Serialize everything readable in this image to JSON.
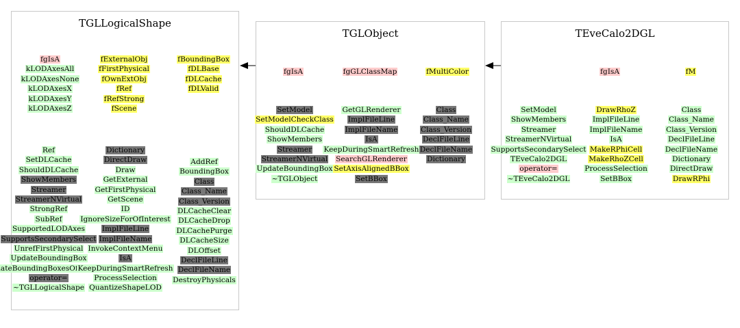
{
  "classes": {
    "tgllogicalshape": {
      "title": "TGLLogicalShape",
      "cols": [
        [
          [
            "fgIsA",
            "pink"
          ],
          [
            "kLODAxesAll",
            "grn"
          ],
          [
            "kLODAxesNone",
            "grn"
          ],
          [
            "kLODAxesX",
            "grn"
          ],
          [
            "kLODAxesY",
            "grn"
          ],
          [
            "kLODAxesZ",
            "grn"
          ]
        ],
        [
          [
            "fExternalObj",
            "yel"
          ],
          [
            "fFirstPhysical",
            "yel"
          ],
          [
            "fOwnExtObj",
            "yel"
          ],
          [
            "fRef",
            "yel"
          ],
          [
            "fRefStrong",
            "yel"
          ],
          [
            "fScene",
            "yel"
          ]
        ],
        [
          [
            "fBoundingBox",
            "yel"
          ],
          [
            "fDLBase",
            "yel"
          ],
          [
            "fDLCache",
            "yel"
          ],
          [
            "fDLValid",
            "yel"
          ]
        ],
        [
          [
            "Ref",
            "grn"
          ],
          [
            "SetDLCache",
            "grn"
          ],
          [
            "ShouldDLCache",
            "grn"
          ],
          [
            "ShowMembers",
            "gry"
          ],
          [
            "Streamer",
            "gry"
          ],
          [
            "StreamerNVirtual",
            "gry"
          ],
          [
            "StrongRef",
            "grn"
          ],
          [
            "SubRef",
            "grn"
          ],
          [
            "SupportedLODAxes",
            "grn"
          ],
          [
            "SupportsSecondarySelect",
            "gry"
          ],
          [
            "UnrefFirstPhysical",
            "grn"
          ],
          [
            "UpdateBoundingBox",
            "grn"
          ],
          [
            "UpdateBoundingBoxesOfPhysicals",
            "grn"
          ],
          [
            "operator=",
            "gry"
          ],
          [
            "~TGLLogicalShape",
            "grn"
          ]
        ],
        [
          [
            "Dictionary",
            "gry"
          ],
          [
            "DirectDraw",
            "gry"
          ],
          [
            "Draw",
            "grn"
          ],
          [
            "GetExternal",
            "grn"
          ],
          [
            "GetFirstPhysical",
            "grn"
          ],
          [
            "GetScene",
            "grn"
          ],
          [
            "ID",
            "grn"
          ],
          [
            "IgnoreSizeForOfInterest",
            "grn"
          ],
          [
            "ImplFileLine",
            "gry"
          ],
          [
            "ImplFileName",
            "gry"
          ],
          [
            "InvokeContextMenu",
            "grn"
          ],
          [
            "IsA",
            "gry"
          ],
          [
            "KeepDuringSmartRefresh",
            "grn"
          ],
          [
            "ProcessSelection",
            "grn"
          ],
          [
            "QuantizeShapeLOD",
            "grn"
          ]
        ],
        [
          [
            "AddRef",
            "grn"
          ],
          [
            "BoundingBox",
            "grn"
          ],
          [
            "Class",
            "gry"
          ],
          [
            "Class_Name",
            "gry"
          ],
          [
            "Class_Version",
            "gry"
          ],
          [
            "DLCacheClear",
            "grn"
          ],
          [
            "DLCacheDrop",
            "grn"
          ],
          [
            "DLCachePurge",
            "grn"
          ],
          [
            "DLCacheSize",
            "grn"
          ],
          [
            "DLOffset",
            "grn"
          ],
          [
            "DeclFileLine",
            "gry"
          ],
          [
            "DeclFileName",
            "gry"
          ],
          [
            "DestroyPhysicals",
            "grn"
          ]
        ]
      ]
    },
    "tglobject": {
      "title": "TGLObject",
      "cols": [
        [
          [
            "fgIsA",
            "pink"
          ]
        ],
        [
          [
            "fgGLClassMap",
            "pink"
          ]
        ],
        [
          [
            "fMultiColor",
            "yel"
          ]
        ],
        [
          [
            "SetModel",
            "gry"
          ],
          [
            "SetModelCheckClass",
            "yel"
          ],
          [
            "ShouldDLCache",
            "grn"
          ],
          [
            "ShowMembers",
            "grn"
          ],
          [
            "Streamer",
            "gry"
          ],
          [
            "StreamerNVirtual",
            "gry"
          ],
          [
            "UpdateBoundingBox",
            "grn"
          ],
          [
            "~TGLObject",
            "grn"
          ]
        ],
        [
          [
            "GetGLRenderer",
            "grn"
          ],
          [
            "ImplFileLine",
            "gry"
          ],
          [
            "ImplFileName",
            "gry"
          ],
          [
            "IsA",
            "gry"
          ],
          [
            "KeepDuringSmartRefresh",
            "grn"
          ],
          [
            "SearchGLRenderer",
            "pink"
          ],
          [
            "SetAxisAlignedBBox",
            "yel"
          ],
          [
            "SetBBox",
            "gry"
          ]
        ],
        [
          [
            "Class",
            "gry"
          ],
          [
            "Class_Name",
            "gry"
          ],
          [
            "Class_Version",
            "gry"
          ],
          [
            "DeclFileLine",
            "gry"
          ],
          [
            "DeclFileName",
            "gry"
          ],
          [
            "Dictionary",
            "gry"
          ]
        ]
      ]
    },
    "tevecalo2dgl": {
      "title": "TEveCalo2DGL",
      "cols": [
        [
          [
            "fgIsA",
            "pink"
          ]
        ],
        [
          [
            "fM",
            "yel"
          ]
        ],
        [
          [
            "SetModel",
            "grn"
          ],
          [
            "ShowMembers",
            "grn"
          ],
          [
            "Streamer",
            "grn"
          ],
          [
            "StreamerNVirtual",
            "grn"
          ],
          [
            "SupportsSecondarySelect",
            "grn"
          ],
          [
            "TEveCalo2DGL",
            "grn"
          ],
          [
            "operator=",
            "pink"
          ],
          [
            "~TEveCalo2DGL",
            "grn"
          ]
        ],
        [
          [
            "DrawRhoZ",
            "yel"
          ],
          [
            "ImplFileLine",
            "grn"
          ],
          [
            "ImplFileName",
            "grn"
          ],
          [
            "IsA",
            "grn"
          ],
          [
            "MakeRPhiCell",
            "yel"
          ],
          [
            "MakeRhoZCell",
            "yel"
          ],
          [
            "ProcessSelection",
            "grn"
          ],
          [
            "SetBBox",
            "grn"
          ]
        ],
        [
          [
            "Class",
            "grn"
          ],
          [
            "Class_Name",
            "grn"
          ],
          [
            "Class_Version",
            "grn"
          ],
          [
            "DeclFileLine",
            "grn"
          ],
          [
            "DeclFileName",
            "grn"
          ],
          [
            "Dictionary",
            "grn"
          ],
          [
            "DirectDraw",
            "grn"
          ],
          [
            "DrawRPhi",
            "yel"
          ]
        ]
      ]
    }
  },
  "colors": {
    "pink": "#ffcccc",
    "yellow": "#ffff66",
    "green": "#ccffcc",
    "gray": "#777777",
    "border": "#c8c8c8",
    "arrow": "#000000"
  }
}
